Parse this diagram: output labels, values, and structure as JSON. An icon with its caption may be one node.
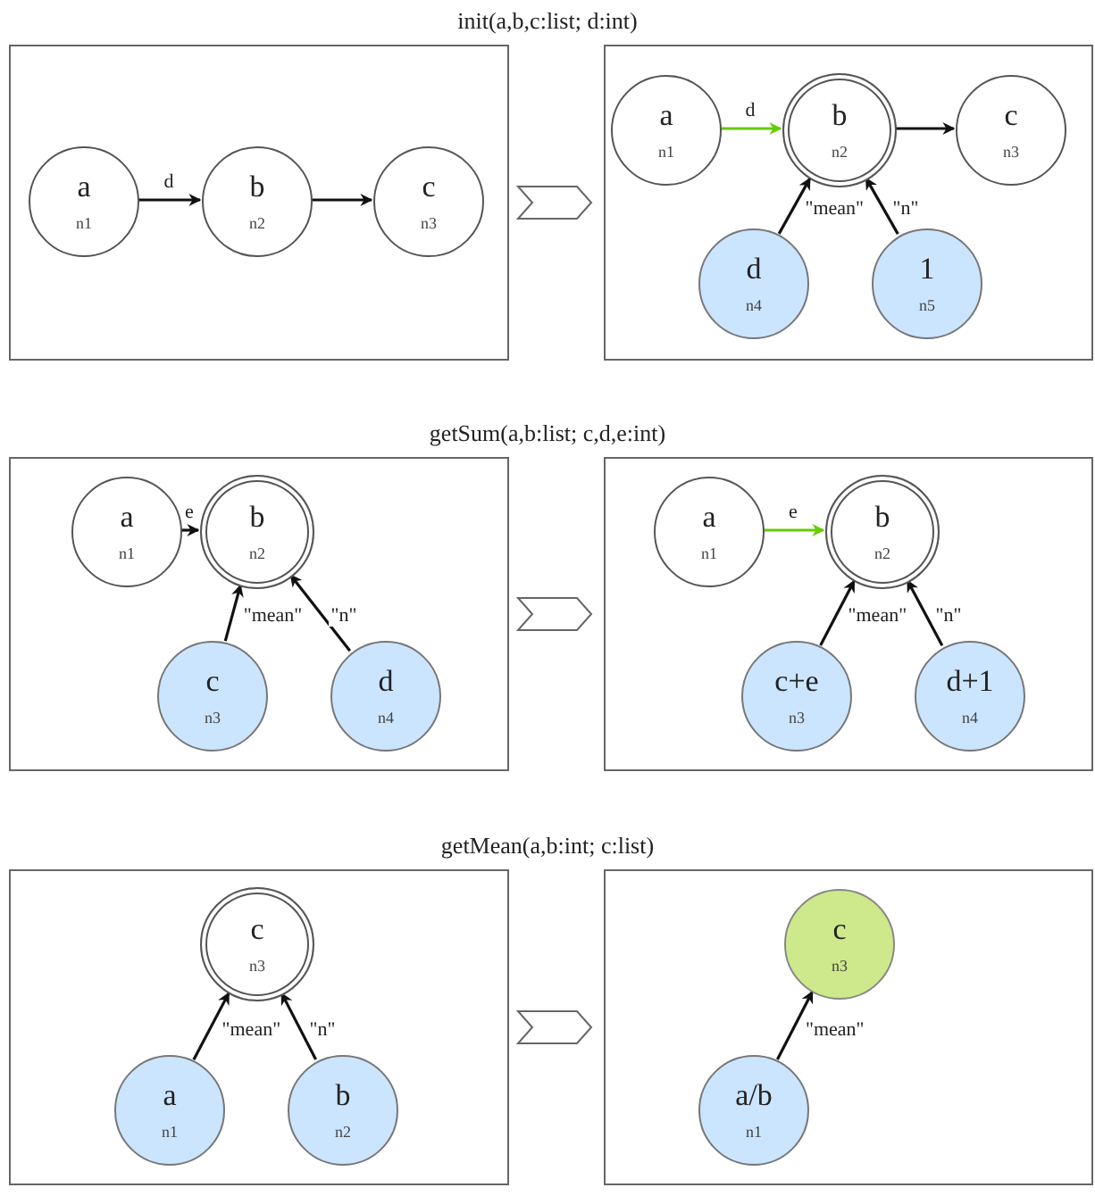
{
  "diagram": {
    "nodes": [
      {
        "text": [],
        "shape": "box"
      },
      {
        "text": [
          "a",
          "n1"
        ],
        "in": 0
      },
      {
        "text": [
          "b",
          "n2"
        ],
        "in": 0
      },
      {
        "text": [
          "c",
          "n3"
        ],
        "in": 0
      },
      {
        "text": [],
        "shape": "box"
      },
      {
        "text": [
          "a",
          "n1"
        ],
        "in": 4
      },
      {
        "text": [
          "b",
          "n2"
        ],
        "in": 4
      },
      {
        "text": [
          "c",
          "n3"
        ],
        "in": 4
      },
      {
        "text": [
          "d",
          "n4"
        ],
        "in": 4
      },
      {
        "text": [
          "1",
          "n5"
        ],
        "in": 4
      },
      {
        "text": [],
        "shape": "box"
      },
      {
        "text": [
          "a",
          "n1"
        ],
        "in": 10
      },
      {
        "text": [
          "b",
          "n2"
        ],
        "in": 10
      },
      {
        "text": [
          "c",
          "n3"
        ],
        "in": 10
      },
      {
        "text": [
          "d",
          "n4"
        ],
        "in": 10
      },
      {
        "text": [],
        "shape": "box"
      },
      {
        "text": [
          "a",
          "n1"
        ],
        "in": 15
      },
      {
        "text": [
          "b",
          "n2"
        ],
        "in": 15
      },
      {
        "text": [
          "c+e",
          "n3"
        ],
        "in": 15
      },
      {
        "text": [
          "d+1",
          "n4"
        ],
        "in": 15
      },
      {
        "text": [],
        "shape": "box"
      },
      {
        "text": [
          "c",
          "n3"
        ],
        "in": 20
      },
      {
        "text": [
          "a",
          "n1"
        ],
        "in": 20
      },
      {
        "text": [
          "b",
          "n2"
        ],
        "in": 20
      },
      {
        "text": [],
        "shape": "box"
      },
      {
        "text": [
          "c",
          "n3"
        ],
        "in": 24
      },
      {
        "text": [
          "a/b",
          "n1"
        ],
        "in": 24
      }
    ],
    "edges": [
      {
        "from": 1,
        "to": 2,
        "arrow": "to",
        "label": "d"
      },
      {
        "from": 2,
        "to": 3,
        "arrow": "to"
      },
      {
        "from": 0,
        "to": 4,
        "arrow": "to"
      },
      {
        "from": 5,
        "to": 6,
        "arrow": "to",
        "label": "d",
        "color": "#66cc00"
      },
      {
        "from": 6,
        "to": 7,
        "arrow": "to"
      },
      {
        "from": 8,
        "to": 6,
        "arrow": "to",
        "label": "\"mean\""
      },
      {
        "from": 9,
        "to": 6,
        "arrow": "to",
        "label": "\"n\""
      },
      {
        "from": 11,
        "to": 12,
        "arrow": "to",
        "label": "e"
      },
      {
        "from": 13,
        "to": 12,
        "arrow": "to",
        "label": "\"mean\""
      },
      {
        "from": 14,
        "to": 12,
        "arrow": "to",
        "label": "\"n\""
      },
      {
        "from": 10,
        "to": 15,
        "arrow": "to"
      },
      {
        "from": 16,
        "to": 17,
        "arrow": "to",
        "label": "e",
        "color": "#66cc00"
      },
      {
        "from": 18,
        "to": 17,
        "arrow": "to",
        "label": "\"mean\""
      },
      {
        "from": 19,
        "to": 17,
        "arrow": "to",
        "label": "\"n\""
      },
      {
        "from": 22,
        "to": 21,
        "arrow": "to",
        "label": "\"mean\""
      },
      {
        "from": 23,
        "to": 21,
        "arrow": "to",
        "label": "\"n\""
      },
      {
        "from": 20,
        "to": 24,
        "arrow": "to"
      },
      {
        "from": 26,
        "to": 25,
        "arrow": "to",
        "label": "\"mean\""
      }
    ],
    "labels": [
      "init(a,b,c:list; d:int)",
      "getSum(a,b:list; c,d,e:int)",
      "getMean(a,b:int; c:list)"
    ]
  }
}
